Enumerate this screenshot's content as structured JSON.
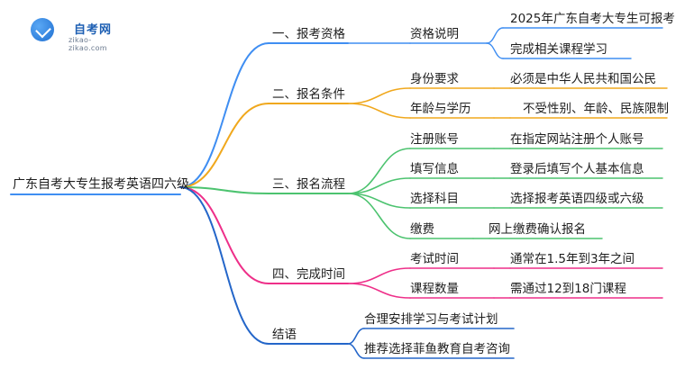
{
  "logo": {
    "title": "自考网",
    "subtitle": "zikao-zikao.com"
  },
  "colors": {
    "blue": "#3f8ef2",
    "orange": "#f0a81d",
    "green": "#4cc36f",
    "pink": "#ee2f89",
    "navy": "#2466c9"
  },
  "mindmap": {
    "root": "广东自考大专生报考英语四六级",
    "branches": [
      {
        "label": "一、报考资格",
        "color_key": "blue",
        "children": [
          {
            "label": "资格说明",
            "children": [
              "2025年广东自考大专生可报考",
              "完成相关课程学习"
            ]
          }
        ]
      },
      {
        "label": "二、报名条件",
        "color_key": "orange",
        "children": [
          {
            "label": "身份要求",
            "children": [
              "必须是中华人民共和国公民"
            ]
          },
          {
            "label": "年龄与学历",
            "children": [
              "不受性别、年龄、民族限制"
            ]
          }
        ]
      },
      {
        "label": "三、报名流程",
        "color_key": "green",
        "children": [
          {
            "label": "注册账号",
            "children": [
              "在指定网站注册个人账号"
            ]
          },
          {
            "label": "填写信息",
            "children": [
              "登录后填写个人基本信息"
            ]
          },
          {
            "label": "选择科目",
            "children": [
              "选择报考英语四级或六级"
            ]
          },
          {
            "label": "缴费",
            "children": [
              "网上缴费确认报名"
            ]
          }
        ]
      },
      {
        "label": "四、完成时间",
        "color_key": "pink",
        "children": [
          {
            "label": "考试时间",
            "children": [
              "通常在1.5年到3年之间"
            ]
          },
          {
            "label": "课程数量",
            "children": [
              "需通过12到18门课程"
            ]
          }
        ]
      },
      {
        "label": "结语",
        "color_key": "navy",
        "children": [
          {
            "label": "合理安排学习与考试计划",
            "children": []
          },
          {
            "label": "推荐选择菲鱼教育自考咨询",
            "children": []
          }
        ]
      }
    ]
  }
}
